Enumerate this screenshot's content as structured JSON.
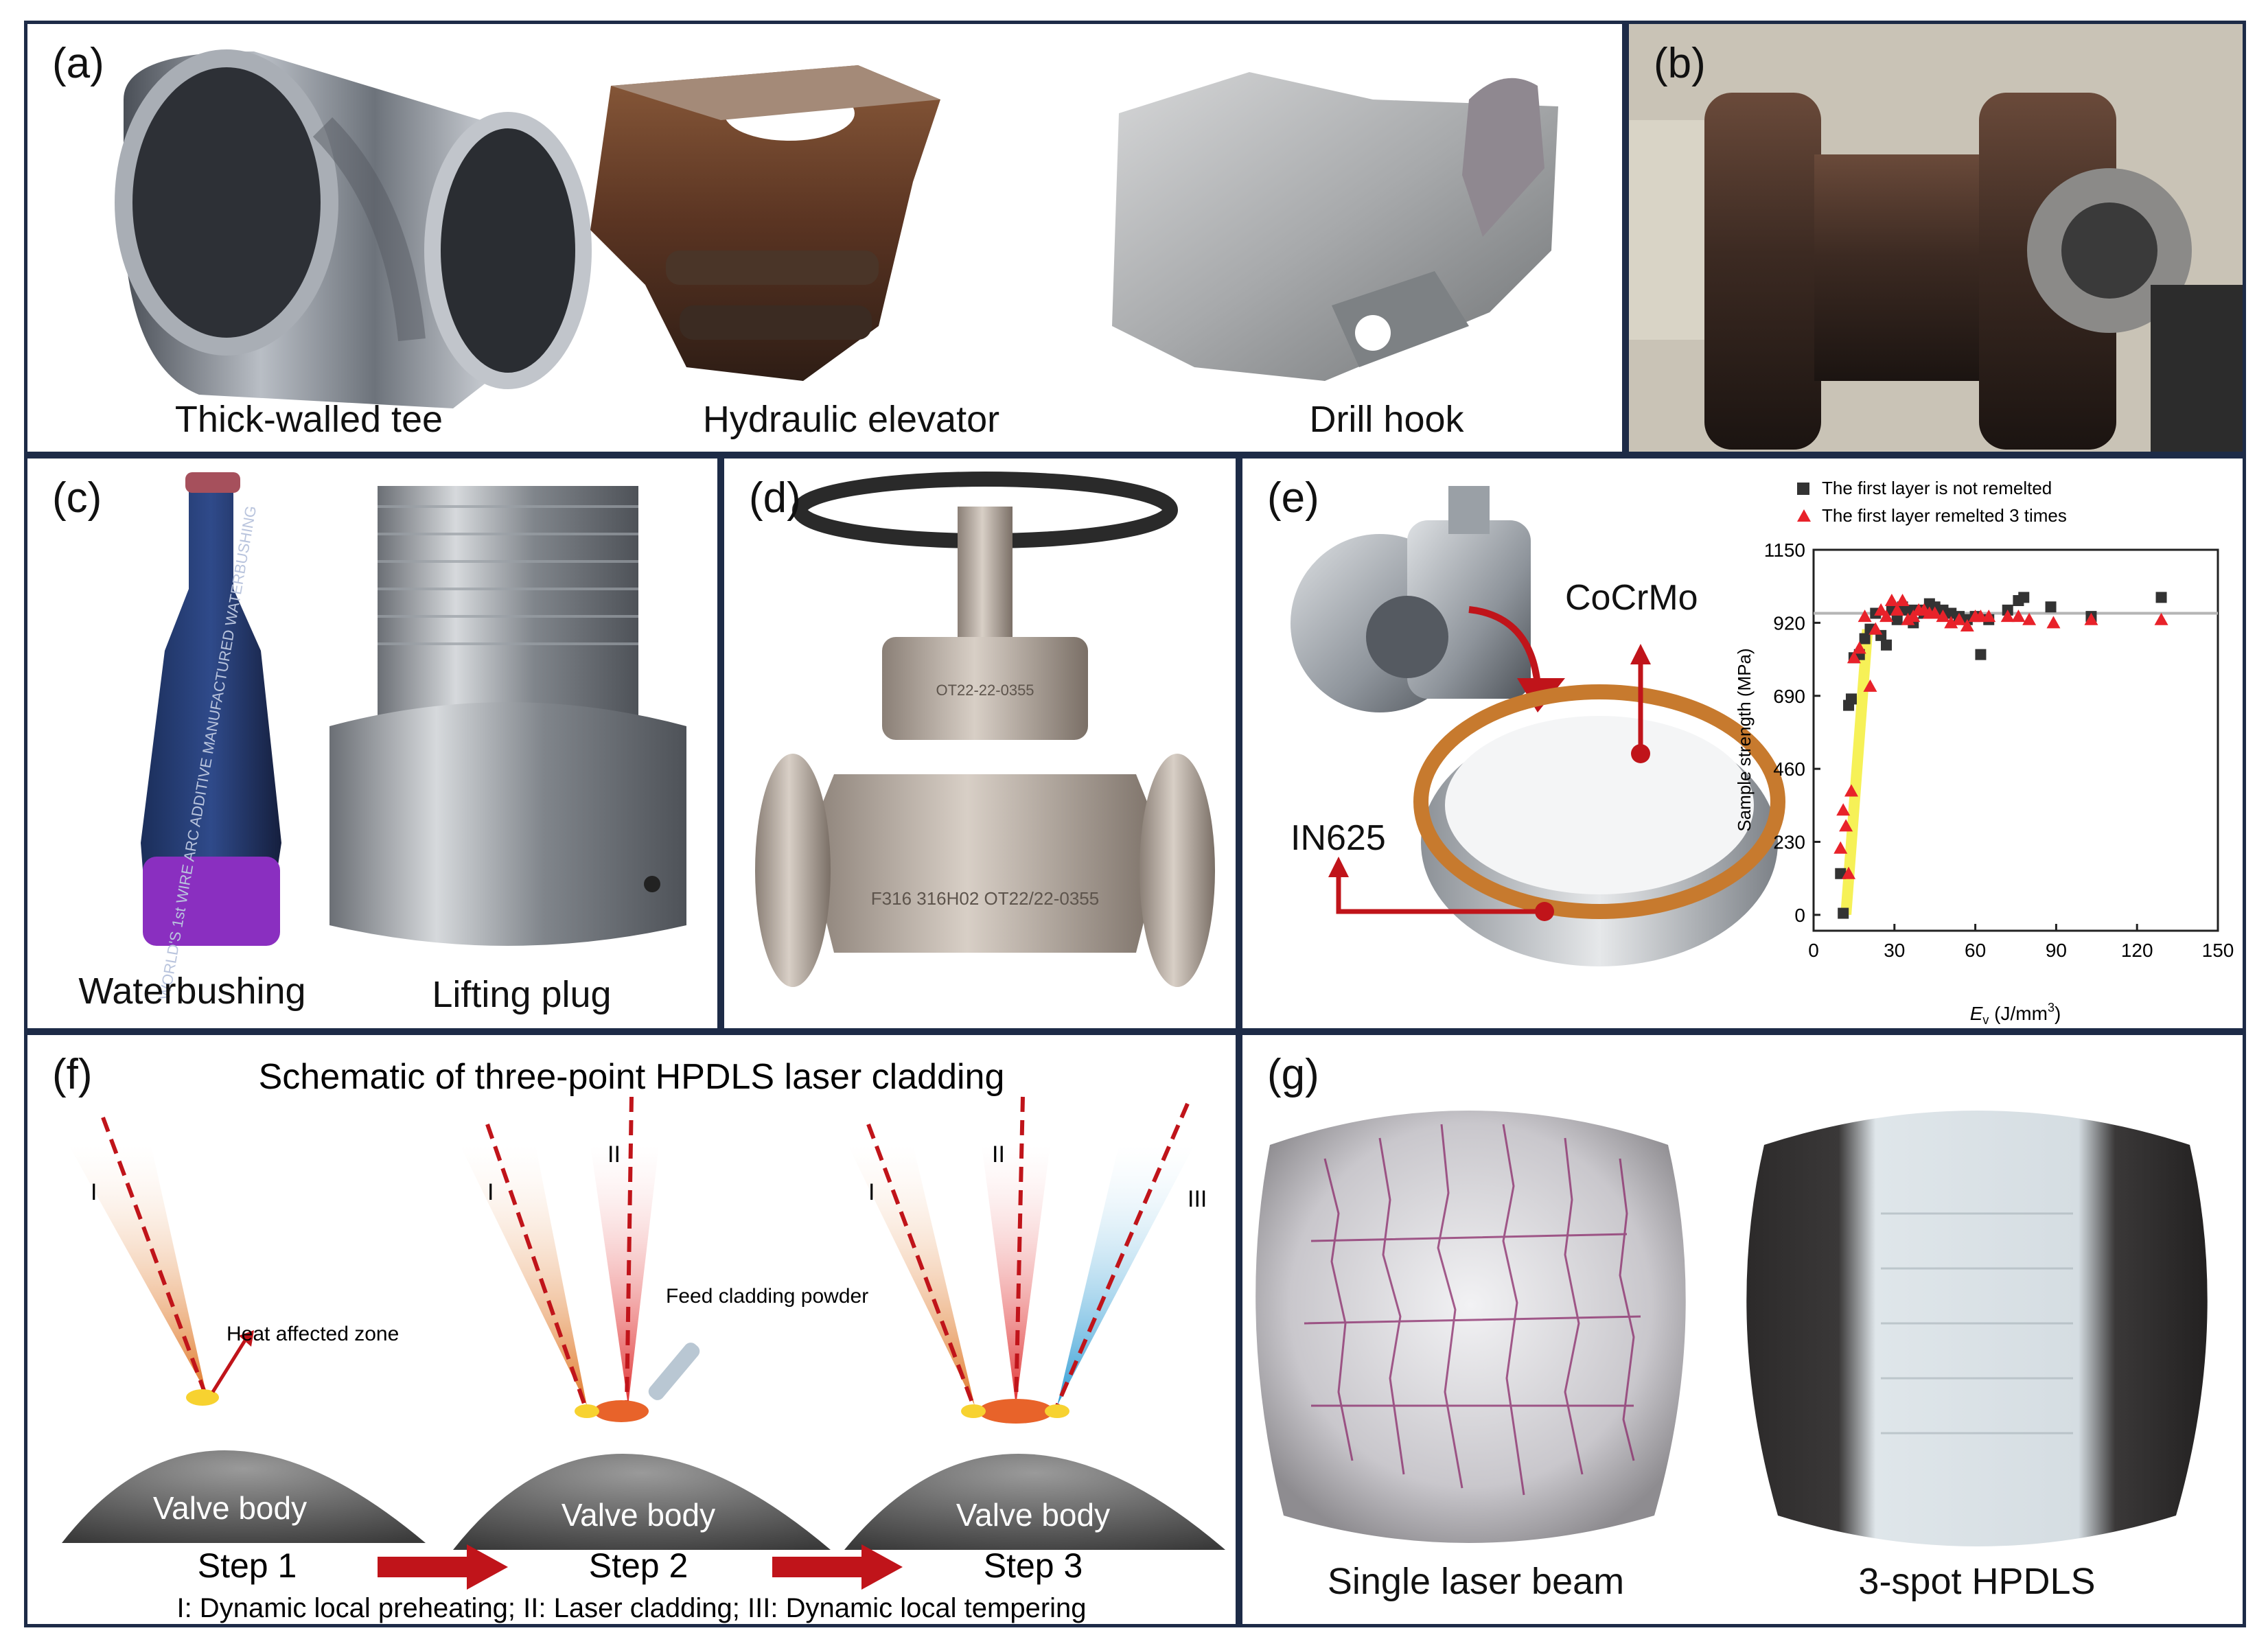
{
  "panels": {
    "a": {
      "label": "(a)",
      "captions": [
        "Thick-walled tee",
        "Hydraulic elevator",
        "Drill hook"
      ]
    },
    "b": {
      "label": "(b)"
    },
    "c": {
      "label": "(c)",
      "captions": [
        "Waterbushing",
        "Lifting plug"
      ],
      "engraving": "WORLD'S 1st WIRE ARC ADDITIVE MANUFACTURED WATERBUSHING"
    },
    "d": {
      "label": "(d)",
      "marking_top": "OT22-22-0355",
      "marking_body": "F316 316H02 OT22/22-0355"
    },
    "e": {
      "label": "(e)",
      "material_top": "CoCrMo",
      "material_bottom": "IN625",
      "chart_data": {
        "type": "scatter",
        "xlabel_main": "E",
        "xlabel_sub": "v",
        "xlabel_unit": " (J/mm",
        "xlabel_sup": "3",
        "xlabel_end": ")",
        "ylabel": "Sample strength (MPa)",
        "xlim": [
          0,
          150
        ],
        "ylim": [
          -50,
          1150
        ],
        "xticks": [
          "0",
          "30",
          "60",
          "90",
          "120",
          "150"
        ],
        "yticks": [
          "0",
          "230",
          "460",
          "690",
          "920",
          "1150"
        ],
        "reference_line": 950,
        "legend_position": "top",
        "series": [
          {
            "name": "The first layer is not remelted",
            "marker": "square",
            "color": "#333333",
            "points": [
              [
                10,
                130
              ],
              [
                11,
                5
              ],
              [
                13,
                660
              ],
              [
                14,
                680
              ],
              [
                15,
                810
              ],
              [
                17,
                820
              ],
              [
                19,
                870
              ],
              [
                21,
                900
              ],
              [
                23,
                950
              ],
              [
                25,
                880
              ],
              [
                27,
                850
              ],
              [
                29,
                960
              ],
              [
                31,
                930
              ],
              [
                33,
                970
              ],
              [
                35,
                960
              ],
              [
                37,
                920
              ],
              [
                39,
                960
              ],
              [
                41,
                950
              ],
              [
                43,
                980
              ],
              [
                45,
                970
              ],
              [
                48,
                960
              ],
              [
                51,
                950
              ],
              [
                54,
                940
              ],
              [
                57,
                930
              ],
              [
                60,
                940
              ],
              [
                62,
                820
              ],
              [
                65,
                930
              ],
              [
                72,
                960
              ],
              [
                76,
                990
              ],
              [
                78,
                1000
              ],
              [
                88,
                970
              ],
              [
                103,
                940
              ],
              [
                129,
                1000
              ]
            ]
          },
          {
            "name": "The first layer remelted 3 times",
            "marker": "triangle",
            "color": "#e8222a",
            "points": [
              [
                10,
                210
              ],
              [
                11,
                330
              ],
              [
                12,
                280
              ],
              [
                13,
                130
              ],
              [
                14,
                390
              ],
              [
                15,
                810
              ],
              [
                17,
                840
              ],
              [
                19,
                940
              ],
              [
                21,
                720
              ],
              [
                23,
                900
              ],
              [
                25,
                960
              ],
              [
                27,
                940
              ],
              [
                29,
                990
              ],
              [
                31,
                960
              ],
              [
                33,
                990
              ],
              [
                35,
                930
              ],
              [
                37,
                940
              ],
              [
                39,
                960
              ],
              [
                41,
                960
              ],
              [
                43,
                950
              ],
              [
                45,
                950
              ],
              [
                48,
                940
              ],
              [
                51,
                920
              ],
              [
                54,
                930
              ],
              [
                57,
                910
              ],
              [
                60,
                940
              ],
              [
                62,
                940
              ],
              [
                65,
                940
              ],
              [
                72,
                940
              ],
              [
                76,
                940
              ],
              [
                80,
                930
              ],
              [
                89,
                920
              ],
              [
                103,
                930
              ],
              [
                129,
                930
              ]
            ]
          }
        ],
        "trend_band": [
          [
            12,
            0
          ],
          [
            20,
            900
          ]
        ]
      }
    },
    "f": {
      "label": "(f)",
      "title": "Schematic of three-point HPDLS laser cladding",
      "body_label": "Valve body",
      "steps": [
        "Step 1",
        "Step 2",
        "Step 3"
      ],
      "beam_labels": [
        "I",
        "II",
        "III"
      ],
      "heat_label": "Heat affected zone",
      "feed_label": "Feed cladding powder",
      "footnote": "I: Dynamic local preheating; II: Laser cladding; III: Dynamic local tempering"
    },
    "g": {
      "label": "(g)",
      "captions": [
        "Single laser beam",
        "3-spot HPDLS"
      ]
    }
  },
  "colors": {
    "frame": "#1d2b47",
    "arrow_red": "#c0141a",
    "beam_orange": "#e8893a",
    "beam_red": "#e23a3a",
    "beam_blue": "#3aa5d8",
    "copper": "#c77a2e"
  }
}
